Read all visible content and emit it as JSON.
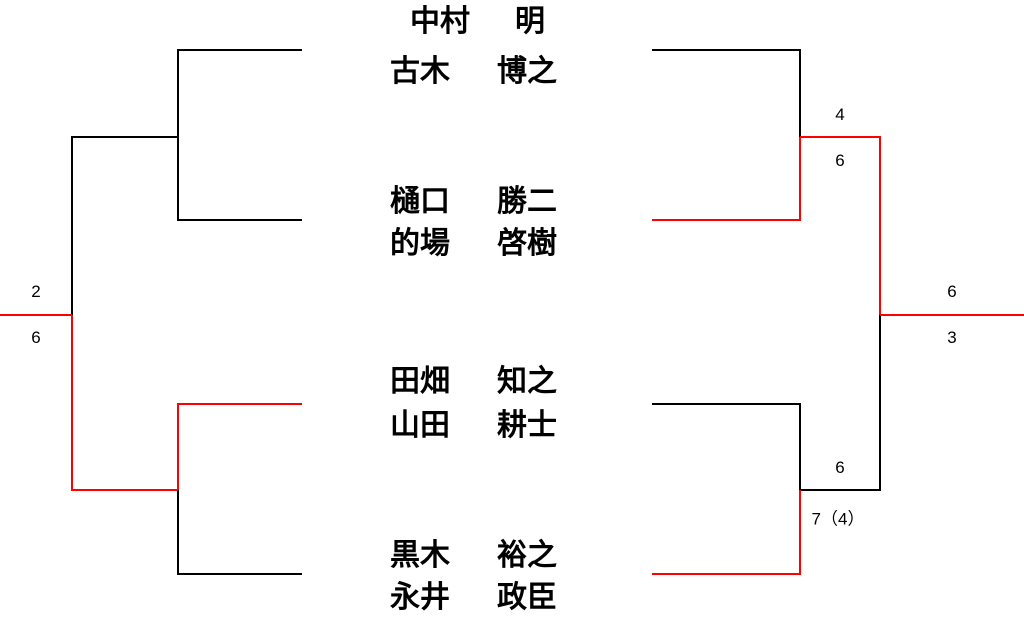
{
  "colors": {
    "winner": "#ff0000",
    "line": "#000000"
  },
  "teams": [
    {
      "players": [
        {
          "surname": "中村",
          "given": "明"
        },
        {
          "surname": "古木",
          "given": "博之"
        }
      ]
    },
    {
      "players": [
        {
          "surname": "樋口",
          "given": "勝二"
        },
        {
          "surname": "的場",
          "given": "啓樹"
        }
      ]
    },
    {
      "players": [
        {
          "surname": "田畑",
          "given": "知之"
        },
        {
          "surname": "山田",
          "given": "耕士"
        }
      ]
    },
    {
      "players": [
        {
          "surname": "黒木",
          "given": "裕之"
        },
        {
          "surname": "永井",
          "given": "政臣"
        }
      ]
    }
  ],
  "scores": {
    "left_final_top": "2",
    "left_final_bottom": "6",
    "right_semi1_top": "4",
    "right_semi1_bottom": "6",
    "right_semi2_top": "6",
    "right_semi2_bottom": "7（4）",
    "right_final_top": "6",
    "right_final_bottom": "3"
  }
}
